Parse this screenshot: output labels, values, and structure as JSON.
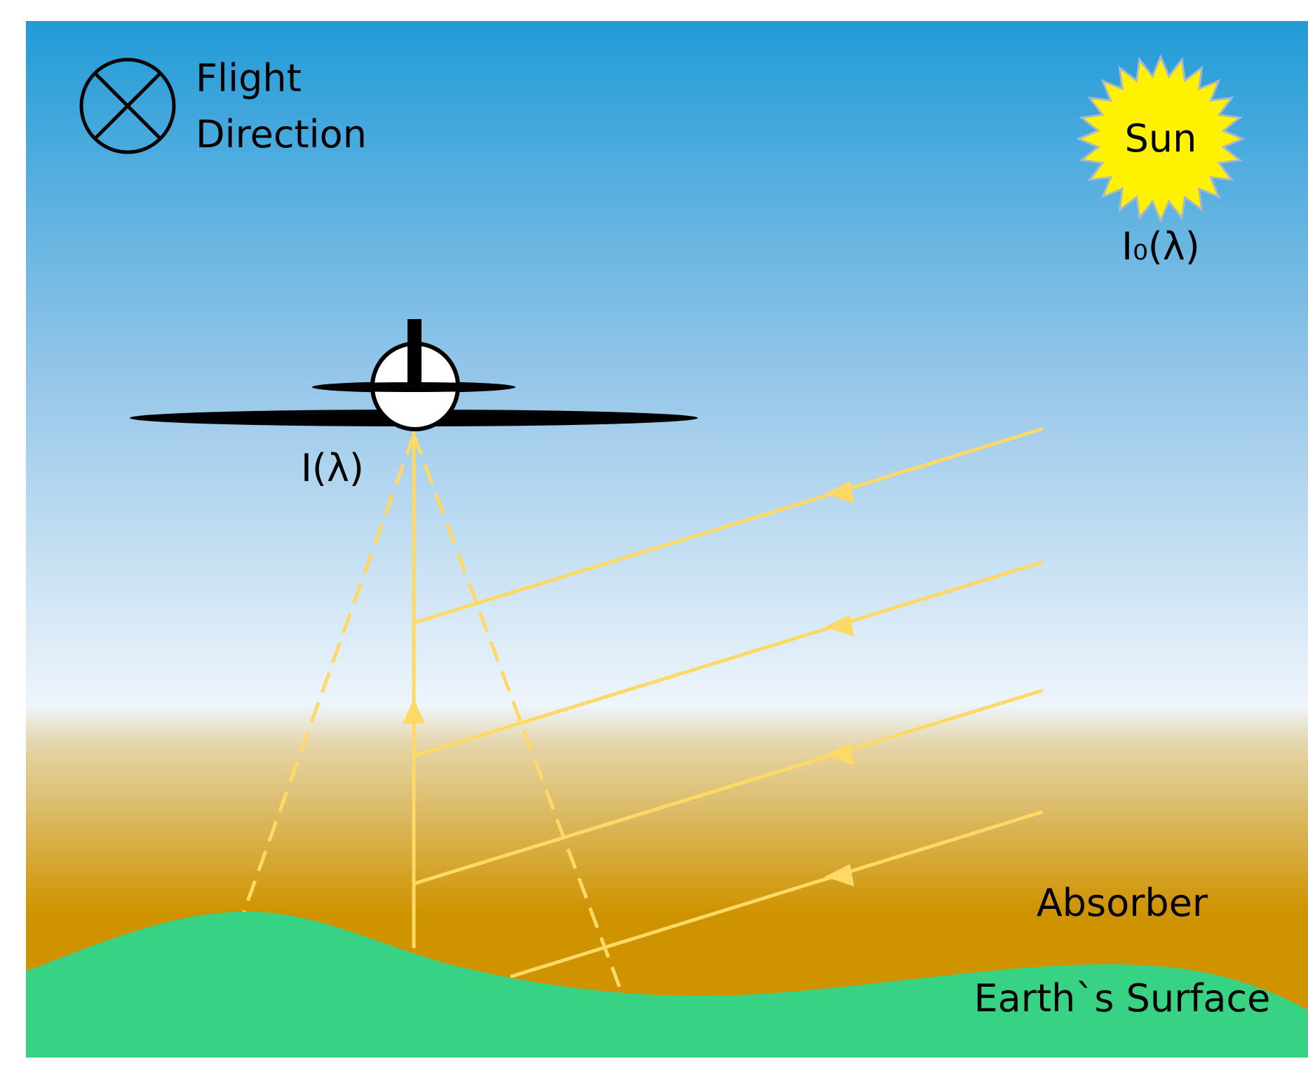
{
  "labels": {
    "flight_line1": "Flight",
    "flight_line2": "Direction",
    "sun": "Sun",
    "incident_intensity": "I₀(λ)",
    "measured_intensity": "I(λ)",
    "absorber": "Absorber",
    "surface": "Earth`s Surface"
  },
  "icons": {
    "flight_direction": "circled-x-icon",
    "sun": "sun-icon",
    "aircraft": "aircraft-front-view-icon"
  },
  "colors": {
    "sky_top": "#219BD7",
    "sky_mid": "#97C7E9",
    "sky_bottom": "#EEF5FB",
    "absorber_top": "#E4D4A6",
    "absorber_bottom": "#CF9300",
    "ground": "#38D284",
    "sun_fill": "#FFF200",
    "sun_outline": "#A8B8C8",
    "ray": "#FFD966",
    "aircraft": "#000000"
  }
}
